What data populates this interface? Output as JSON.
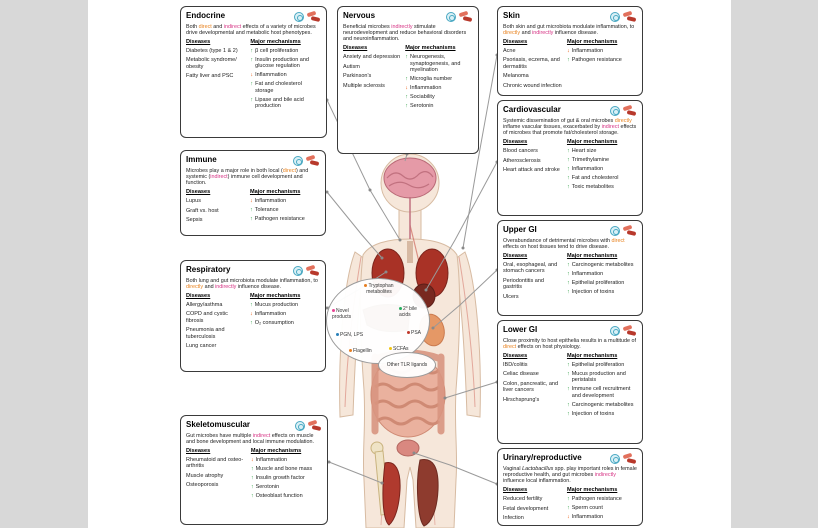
{
  "labels": {
    "diseases": "Diseases",
    "mechanisms": "Major mechanisms"
  },
  "colors": {
    "direct_word": "#e8821e",
    "indirect_word": "#d63384",
    "arrow_up": "#2f9e44",
    "arrow_down": "#e8590c"
  },
  "panels": [
    {
      "id": "endocrine",
      "title": "Endocrine",
      "desc": [
        {
          "t": "Both "
        },
        {
          "t": "direct",
          "c": "direct"
        },
        {
          "t": " and "
        },
        {
          "t": "indirect",
          "c": "indirect"
        },
        {
          "t": " effects of a variety of microbes drive developmental and metabolic host phenotypes."
        }
      ],
      "diseases": [
        "Diabetes (type 1 & 2)",
        "Metabolic syndrome/ obesity",
        "Fatty liver and PSC"
      ],
      "mechanisms": [
        {
          "dir": "up",
          "label": "β cell proliferation"
        },
        {
          "dir": "up",
          "label": "Insulin production and glucose regulation"
        },
        {
          "dir": "down",
          "label": "Inflammation"
        },
        {
          "dir": "up",
          "label": "Fat and cholesterol storage"
        },
        {
          "dir": "up",
          "label": "Lipase and bile acid production"
        }
      ]
    },
    {
      "id": "nervous",
      "title": "Nervous",
      "desc": [
        {
          "t": "Beneficial microbes "
        },
        {
          "t": "indirectly",
          "c": "indirect"
        },
        {
          "t": " stimulate neurodevelopment and reduce behavioral disorders and neuroinflammation."
        }
      ],
      "diseases": [
        "Anxiety and depression",
        "Autism",
        "Parkinson's",
        "Multiple sclerosis"
      ],
      "mechanisms": [
        {
          "dir": "up",
          "label": "Neurogenesis, synaptogenesis, and myelination"
        },
        {
          "dir": "up",
          "label": "Microglia number"
        },
        {
          "dir": "down",
          "label": "Inflammation"
        },
        {
          "dir": "up",
          "label": "Sociability"
        },
        {
          "dir": "up",
          "label": "Serotonin"
        }
      ]
    },
    {
      "id": "skin",
      "title": "Skin",
      "desc": [
        {
          "t": "Both skin and gut microbiota modulate inflammation, to "
        },
        {
          "t": "directly",
          "c": "direct"
        },
        {
          "t": " and "
        },
        {
          "t": "indirectly",
          "c": "indirect"
        },
        {
          "t": " influence disease."
        }
      ],
      "diseases": [
        "Acne",
        "Psoriasis, eczema, and dermatitis",
        "Melanoma",
        "Chronic wound infection"
      ],
      "mechanisms": [
        {
          "dir": "down",
          "label": "Inflammation"
        },
        {
          "dir": "up",
          "label": "Pathogen resistance"
        }
      ]
    },
    {
      "id": "immune",
      "title": "Immune",
      "desc": [
        {
          "t": "Microbes play a major role in both local ("
        },
        {
          "t": "direct",
          "c": "direct"
        },
        {
          "t": ") and systemic ("
        },
        {
          "t": "indirect",
          "c": "indirect"
        },
        {
          "t": ") immune cell development and function."
        }
      ],
      "diseases": [
        "Lupus",
        "Graft vs. host",
        "Sepsis"
      ],
      "mechanisms": [
        {
          "dir": "down",
          "label": "Inflammation"
        },
        {
          "dir": "up",
          "label": "Tolerance"
        },
        {
          "dir": "up",
          "label": "Pathogen resistance"
        }
      ]
    },
    {
      "id": "cardiovascular",
      "title": "Cardiovascular",
      "desc": [
        {
          "t": "Systemic dissemination of gut & oral microbes "
        },
        {
          "t": "directly",
          "c": "direct"
        },
        {
          "t": " inflame vascular tissues, exacerbated by "
        },
        {
          "t": "indirect",
          "c": "indirect"
        },
        {
          "t": " effects of microbes that promote fat/cholesterol storage."
        }
      ],
      "diseases": [
        "Blood cancers",
        "Atherosclerosis",
        "Heart attack and stroke"
      ],
      "mechanisms": [
        {
          "dir": "up",
          "label": "Heart size"
        },
        {
          "dir": "up",
          "label": "Trimethylamine"
        },
        {
          "dir": "up",
          "label": "Inflammation"
        },
        {
          "dir": "up",
          "label": "Fat and cholesterol"
        },
        {
          "dir": "up",
          "label": "Toxic metabolites"
        }
      ]
    },
    {
      "id": "upper-gi",
      "title": "Upper GI",
      "desc": [
        {
          "t": "Overabundance of detrimental microbes with "
        },
        {
          "t": "direct",
          "c": "direct"
        },
        {
          "t": " effects on host tissues tend to drive disease."
        }
      ],
      "diseases": [
        "Oral, esophageal, and stomach cancers",
        "Periodontitis and gastritis",
        "Ulcers"
      ],
      "mechanisms": [
        {
          "dir": "up",
          "label": "Carcinogenic metabolites"
        },
        {
          "dir": "up",
          "label": "Inflammation"
        },
        {
          "dir": "up",
          "label": "Epithelial proliferation"
        },
        {
          "dir": "up",
          "label": "Injection of toxins"
        }
      ]
    },
    {
      "id": "respiratory",
      "title": "Respiratory",
      "desc": [
        {
          "t": "Both lung and gut microbiota modulate inflammation, to "
        },
        {
          "t": "directly",
          "c": "direct"
        },
        {
          "t": " and "
        },
        {
          "t": "indirectly",
          "c": "indirect"
        },
        {
          "t": " influence disease."
        }
      ],
      "diseases": [
        "Allergy/asthma",
        "COPD and cystic fibrosis",
        "Pneumonia and tuberculosis",
        "Lung cancer"
      ],
      "mechanisms": [
        {
          "dir": "up",
          "label": "Mucus production"
        },
        {
          "dir": "down",
          "label": "Inflammation"
        },
        {
          "dir": "up",
          "label": "O₂ consumption"
        }
      ]
    },
    {
      "id": "lower-gi",
      "title": "Lower GI",
      "desc": [
        {
          "t": "Close proximity to host epithelia results in a multitude of "
        },
        {
          "t": "direct",
          "c": "direct"
        },
        {
          "t": " effects on host physiology."
        }
      ],
      "diseases": [
        "IBD/colitis",
        "Celiac disease",
        "Colon, pancreatic, and liver cancers",
        "Hirschsprung's"
      ],
      "mechanisms": [
        {
          "dir": "up",
          "label": "Epithelial proliferation"
        },
        {
          "dir": "up",
          "label": "Mucus production and peristalsis"
        },
        {
          "dir": "up",
          "label": "Immune cell recruitment and development"
        },
        {
          "dir": "up",
          "label": "Carcinogenic metabolites"
        },
        {
          "dir": "up",
          "label": "Injection of toxins"
        }
      ]
    },
    {
      "id": "skeletomuscular",
      "title": "Skeletomuscular",
      "desc": [
        {
          "t": "Gut microbes have multiple "
        },
        {
          "t": "indirect",
          "c": "indirect"
        },
        {
          "t": " effects on muscle and bone development and local immune modulation."
        }
      ],
      "diseases": [
        "Rheumatoid and osteo-arthritis",
        "Muscle atrophy",
        "Osteoporosis"
      ],
      "mechanisms": [
        {
          "dir": "down",
          "label": "Inflammation"
        },
        {
          "dir": "up",
          "label": "Muscle and bone mass"
        },
        {
          "dir": "up",
          "label": "Insulin growth factor"
        },
        {
          "dir": "up",
          "label": "Serotonin"
        },
        {
          "dir": "up",
          "label": "Osteoblast function"
        }
      ]
    },
    {
      "id": "urinary-reproductive",
      "title": "Urinary/reproductive",
      "desc": [
        {
          "t": "Vaginal "
        },
        {
          "t": "Lactobacillus",
          "c": "italic"
        },
        {
          "t": " spp. play important roles in female reproductive health, and gut microbes "
        },
        {
          "t": "indirectly",
          "c": "indirect"
        },
        {
          "t": " influence local inflammation."
        }
      ],
      "diseases": [
        "Reduced fertility",
        "Fetal development",
        "Infection"
      ],
      "mechanisms": [
        {
          "dir": "up",
          "label": "Pathogen resistance"
        },
        {
          "dir": "up",
          "label": "Sperm count"
        },
        {
          "dir": "down",
          "label": "Inflammation"
        }
      ]
    }
  ],
  "center": {
    "callout": {
      "items": [
        {
          "label": "Tryptophan metabolites",
          "glyph": "#e67e22"
        },
        {
          "label": "Novel products",
          "glyph": "#e84393"
        },
        {
          "label": "2° bile acids",
          "glyph": "#27ae60"
        },
        {
          "label": "PGN, LPS",
          "glyph": "#2980b9"
        },
        {
          "label": "PSA",
          "glyph": "#c0392b"
        },
        {
          "label": "Flagellin",
          "glyph": "#e67e22"
        },
        {
          "label": "SCFAs",
          "glyph": "#f1c40f"
        },
        {
          "label": "Other TLR ligands",
          "glyph": "#7f8c8d"
        }
      ]
    }
  }
}
